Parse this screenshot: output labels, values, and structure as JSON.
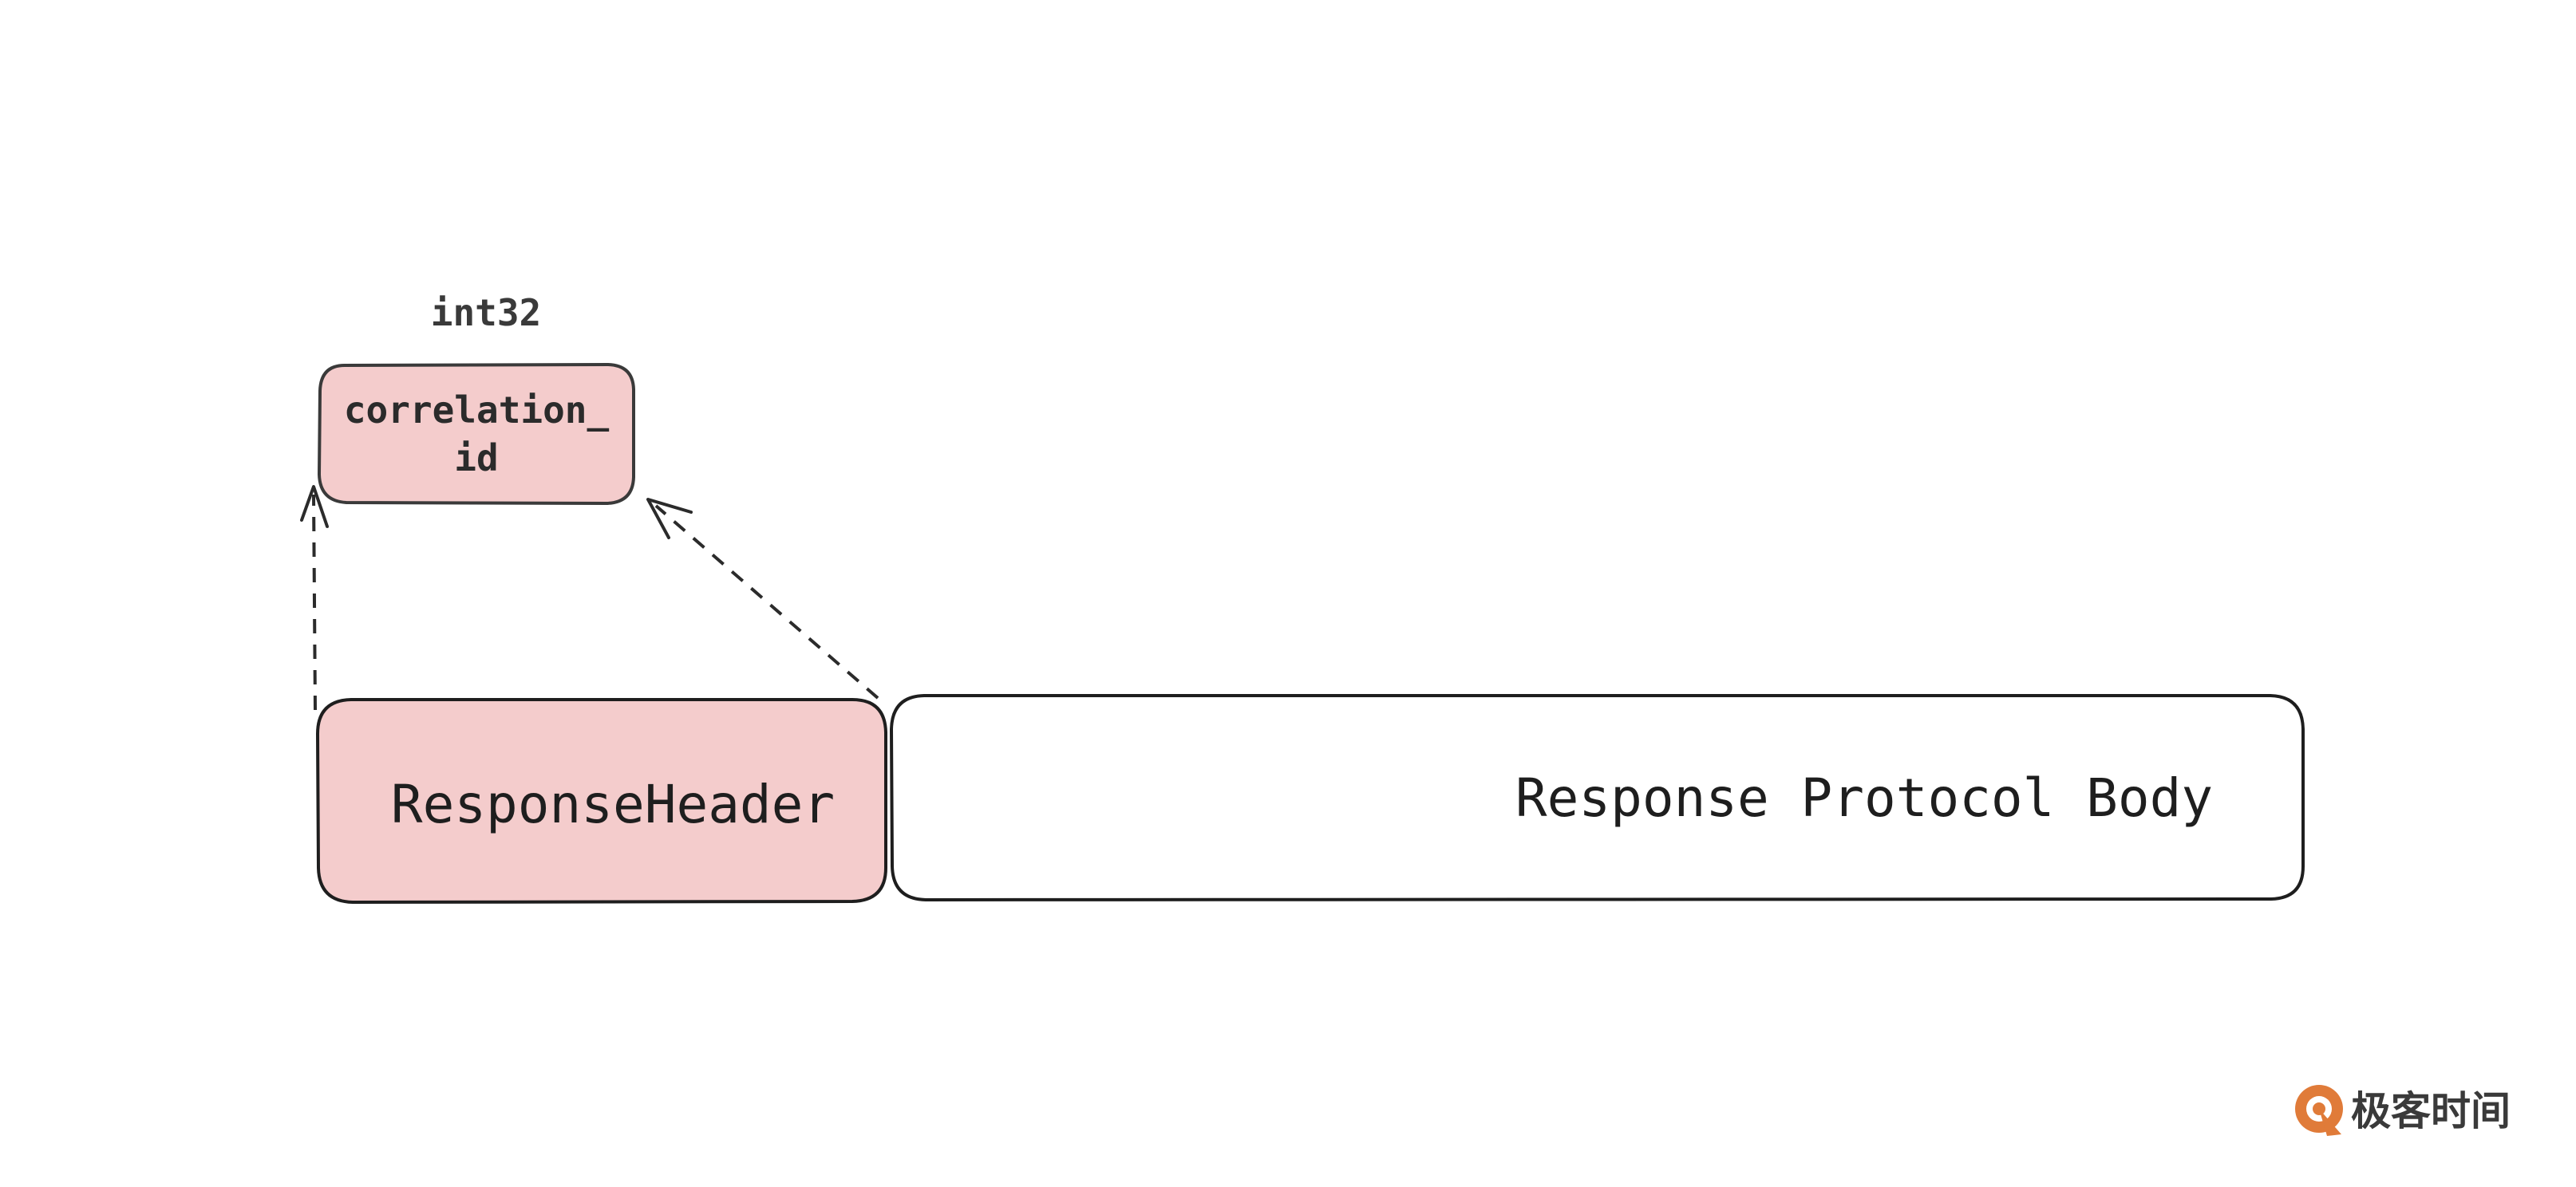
{
  "diagram": {
    "type_label": "int32",
    "field_box": {
      "line1": "correlation_",
      "line2": "id"
    },
    "header_box": {
      "label": "ResponseHeader"
    },
    "body_box": {
      "label": "Response Protocol Body"
    }
  },
  "watermark": {
    "brand_text": "极客时间",
    "icon": "geektime-logo-icon"
  },
  "colors": {
    "pink_fill": "#f4cccc",
    "stroke": "#1e1e1e",
    "arrow": "#2b2b2b",
    "text": "#1e1e1e",
    "muted_text": "#3a3a3a",
    "logo_orange": "#e07b39"
  }
}
